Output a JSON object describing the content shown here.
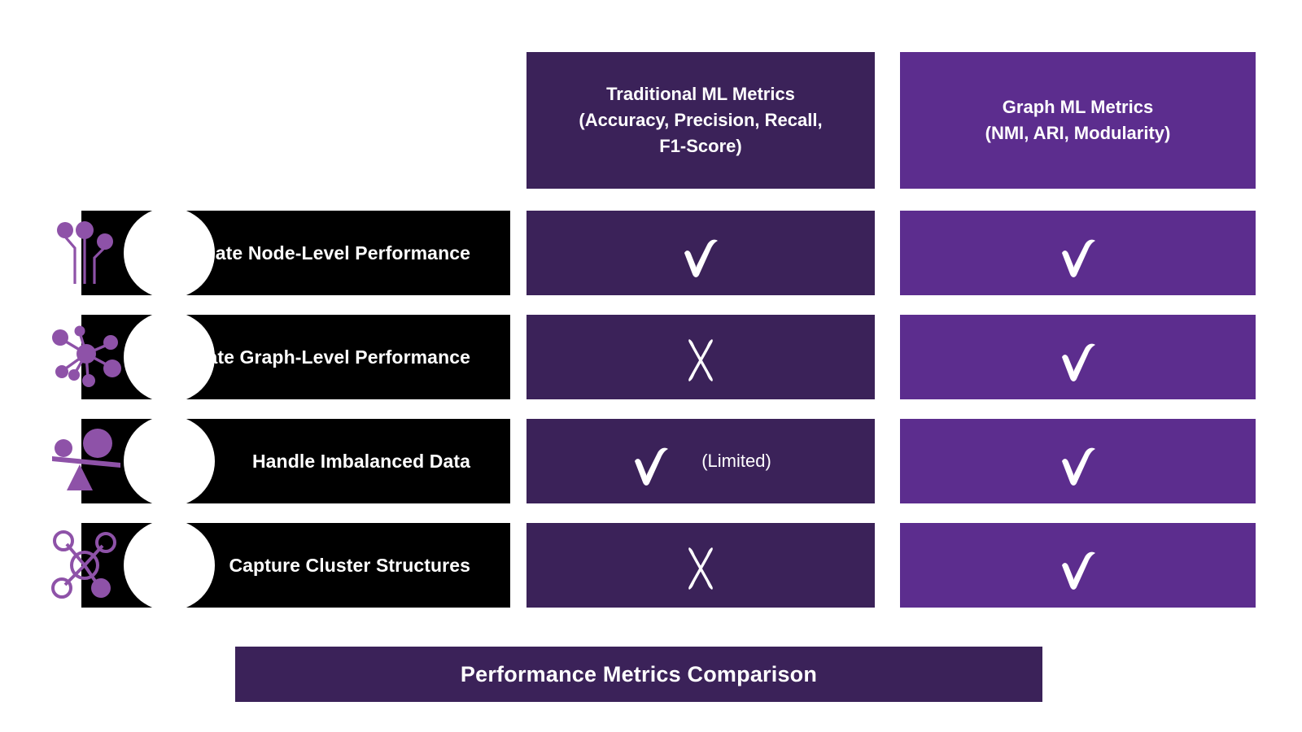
{
  "colors": {
    "dark_purple": "#3B2259",
    "bright_purple": "#5C2D8E",
    "icon_purple": "#8E52A8",
    "bar_black": "#000000",
    "text_white": "#FFFFFF"
  },
  "columns": [
    {
      "id": "traditional",
      "line1": "Traditional ML Metrics",
      "line2": "(Accuracy, Precision, Recall,",
      "line3": "F1-Score)"
    },
    {
      "id": "graph",
      "line1": "Graph ML Metrics",
      "line2": "(NMI, ARI, Modularity)",
      "line3": ""
    }
  ],
  "rows": [
    {
      "label": "Evaluate Node-Level Performance",
      "icon": "node-tree-icon",
      "traditional": {
        "mark": "check",
        "note": ""
      },
      "graph": {
        "mark": "check",
        "note": ""
      }
    },
    {
      "label": "Evaluate Graph-Level Performance",
      "icon": "network-hub-icon",
      "traditional": {
        "mark": "cross",
        "note": ""
      },
      "graph": {
        "mark": "check",
        "note": ""
      }
    },
    {
      "label": "Handle Imbalanced Data",
      "icon": "balance-scale-icon",
      "traditional": {
        "mark": "check",
        "note": "(Limited)"
      },
      "graph": {
        "mark": "check",
        "note": ""
      }
    },
    {
      "label": "Capture Cluster Structures",
      "icon": "molecule-cluster-icon",
      "traditional": {
        "mark": "cross",
        "note": ""
      },
      "graph": {
        "mark": "check",
        "note": ""
      }
    }
  ],
  "footer": {
    "title": "Performance Metrics Comparison"
  }
}
